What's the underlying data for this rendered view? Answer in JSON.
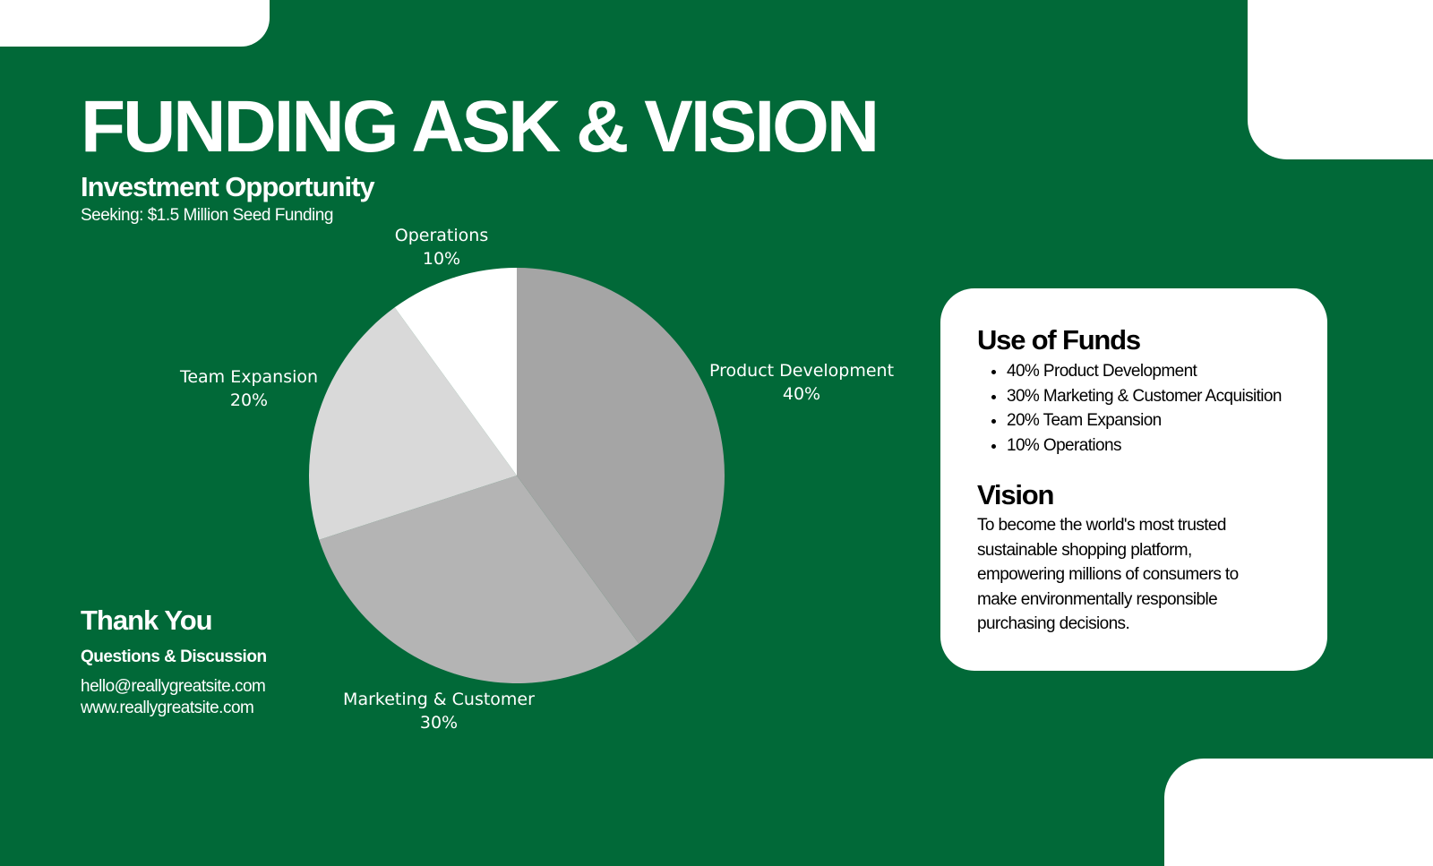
{
  "colors": {
    "background": "#016938",
    "accent_white": "#ffffff",
    "slice_product_development": "#a5a5a5",
    "slice_marketing_customer": "#b4b4b4",
    "slice_team_expansion": "#d9d9d9",
    "slice_operations": "#ffffff"
  },
  "header": {
    "title": "FUNDING ASK & VISION",
    "subtitle": "Investment Opportunity",
    "seeking": "Seeking: $1.5 Million Seed Funding"
  },
  "chart_data": {
    "type": "pie",
    "title": "",
    "legend": "none",
    "slices": [
      {
        "label": "Product Development",
        "value": 40,
        "value_label": "40%",
        "color": "#a5a5a5"
      },
      {
        "label": "Marketing & Customer",
        "value": 30,
        "value_label": "30%",
        "color": "#b4b4b4"
      },
      {
        "label": "Team Expansion",
        "value": 20,
        "value_label": "20%",
        "color": "#d9d9d9"
      },
      {
        "label": "Operations",
        "value": 10,
        "value_label": "10%",
        "color": "#ffffff"
      }
    ]
  },
  "footer": {
    "thanks": "Thank You",
    "questions": "Questions & Discussion",
    "email": "hello@reallygreatsite.com",
    "website": "www.reallygreatsite.com"
  },
  "card": {
    "funds_heading": "Use of Funds",
    "funds_items": [
      "40% Product Development",
      "30% Marketing & Customer Acquisition",
      "20% Team Expansion",
      "10% Operations"
    ],
    "vision_heading": "Vision",
    "vision_text": "To become the world's most trusted sustainable shopping platform, empowering millions of consumers to make environmentally responsible purchasing decisions."
  }
}
